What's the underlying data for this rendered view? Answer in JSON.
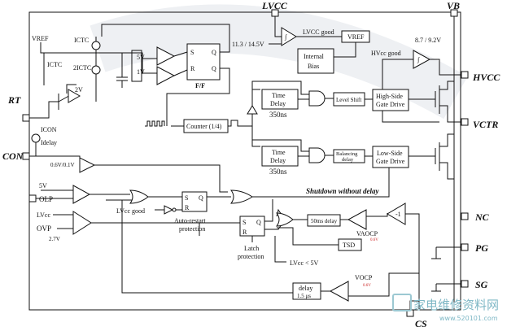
{
  "pins": {
    "lvcc": "LVCC",
    "vb": "VB",
    "rt": "RT",
    "con": "CON",
    "hvcc": "HVCC",
    "vctr": "VCTR",
    "nc": "NC",
    "pg": "PG",
    "sg": "SG",
    "cs": "CS"
  },
  "blocks": {
    "lvcc_good": "LVCC good",
    "vref": "VREF",
    "threshold_lvcc": "11.3 / 14.5V",
    "internal_bias": "Internal Bias",
    "hvcc_good": "HVcc good",
    "hvcc_threshold": "8.7 / 9.2V",
    "ff": "F/F",
    "ff_s": "S",
    "ff_r": "R",
    "ff_q": "Q",
    "ff_qb": "Q",
    "v5": "5V",
    "v1": "1V",
    "vref_left": "VREF",
    "ictc": "ICTC",
    "ictc2": "ICTC",
    "ictc3": "2ICTC",
    "v2": "2V",
    "counter": "Counter (1/4)",
    "time_delay_1": "Time Delay",
    "time_delay_2": "Time Delay",
    "ns350_1": "350ns",
    "ns350_2": "350ns",
    "level_shift": "Level Shift",
    "balancing_delay": "Balancing delay",
    "high_side": "High-Side Gate Drive",
    "low_side": "Low-Side Gate Drive",
    "shutdown": "Shutdown without delay",
    "icon": "ICON",
    "idelay": "Idelay",
    "v06": "0.6V/0.1V",
    "olp_5v": "5V",
    "olp": "OLP",
    "lvcc_in": "LVcc",
    "ovp": "OVP",
    "v27": "2.7V",
    "lvcc_good2": "LVcc good",
    "auto_restart": "Auto-restart protection",
    "latch": "Latch protection",
    "lvcc_lt5": "LVcc < 5V",
    "delay_50ms": "50ms delay",
    "tsd": "TSD",
    "vaocp": "VAOCP",
    "vaocp_val": "0.6V",
    "minus1": "-1",
    "delay_15": "delay",
    "delay_15us": "1.5 μs",
    "vocp": "VOCP",
    "vocp_val": "0.6V"
  },
  "watermark": {
    "cn": "家电维修资料网",
    "url": "www.520101.com"
  }
}
